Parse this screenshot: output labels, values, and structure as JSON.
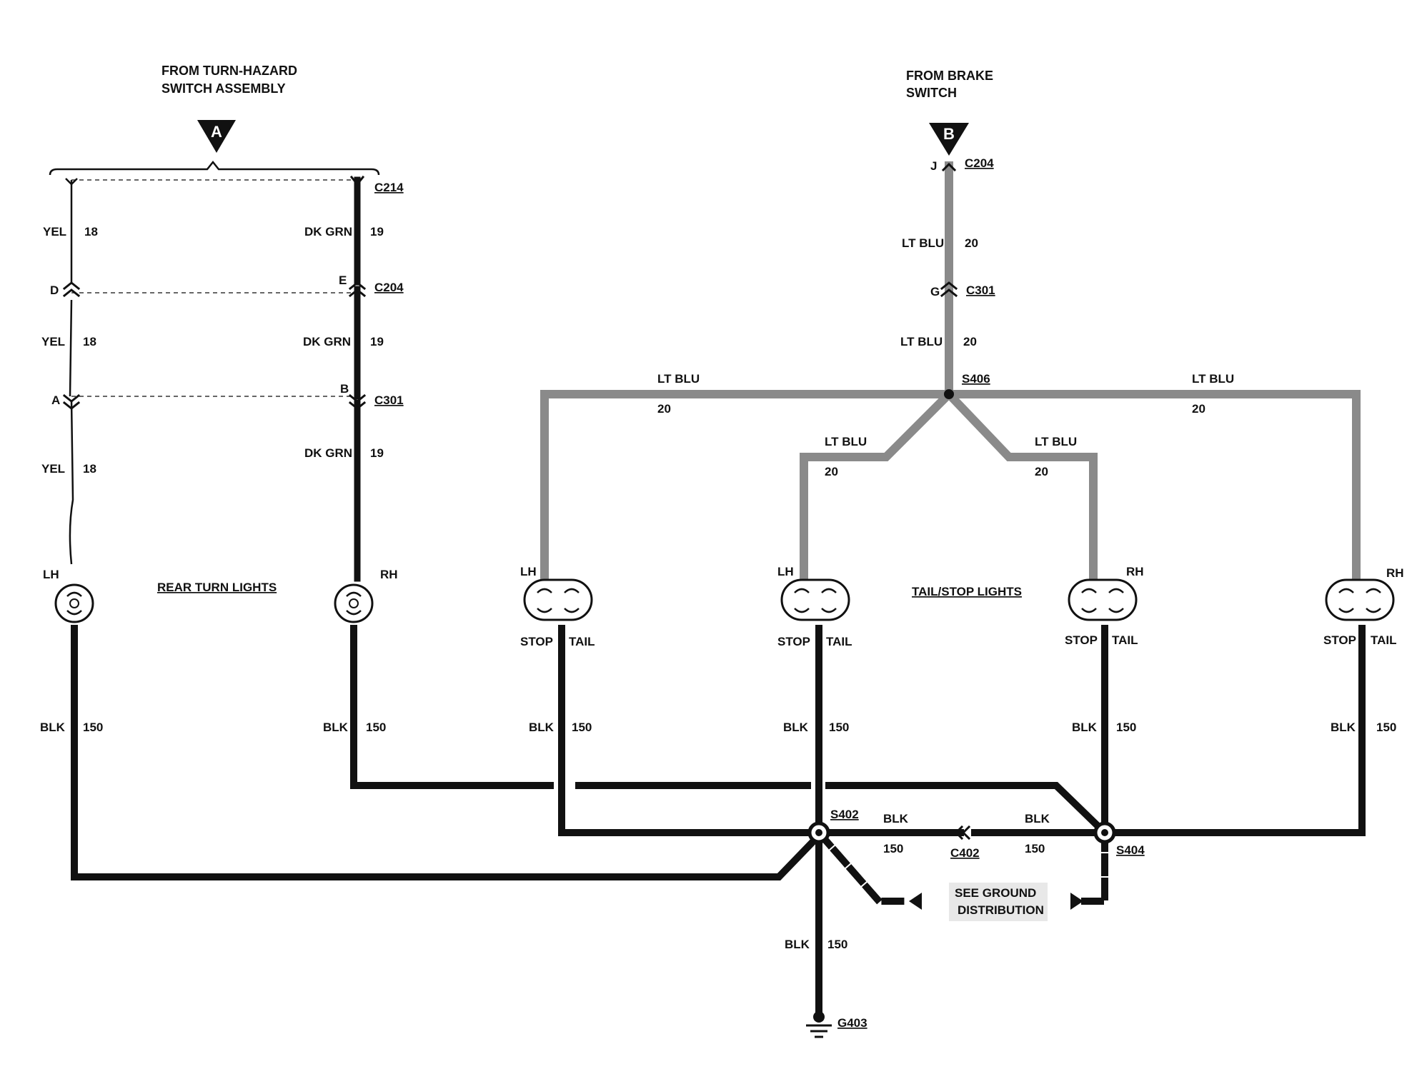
{
  "sources": {
    "turn_hazard": "FROM TURN-HAZARD\nSWITCH ASSEMBLY",
    "brake": "FROM BRAKE\nSWITCH",
    "marker_a": "A",
    "marker_b": "B"
  },
  "connectors": {
    "c214": "C214",
    "c204_left": "C204",
    "c301_left": "C301",
    "c204_right": "C204",
    "c301_right": "C301",
    "c402": "C402",
    "pin_d": "D",
    "pin_e": "E",
    "pin_a": "A",
    "pin_b": "B",
    "pin_j": "J",
    "pin_g": "G"
  },
  "wires": {
    "yel": "YEL",
    "dk_grn": "DK GRN",
    "lt_blu": "LT BLU",
    "blk": "BLK",
    "gauge_18": "18",
    "gauge_19": "19",
    "gauge_20": "20",
    "gauge_150": "150"
  },
  "lights": {
    "lh": "LH",
    "rh": "RH",
    "stop": "STOP",
    "tail": "TAIL",
    "rear_turn_title": "REAR TURN LIGHTS",
    "tail_stop_title": "TAIL/STOP LIGHTS"
  },
  "splices": {
    "s406": "S406",
    "s402": "S402",
    "s404": "S404"
  },
  "ground": {
    "see_ground": "SEE GROUND\nDISTRIBUTION",
    "g403": "G403"
  }
}
